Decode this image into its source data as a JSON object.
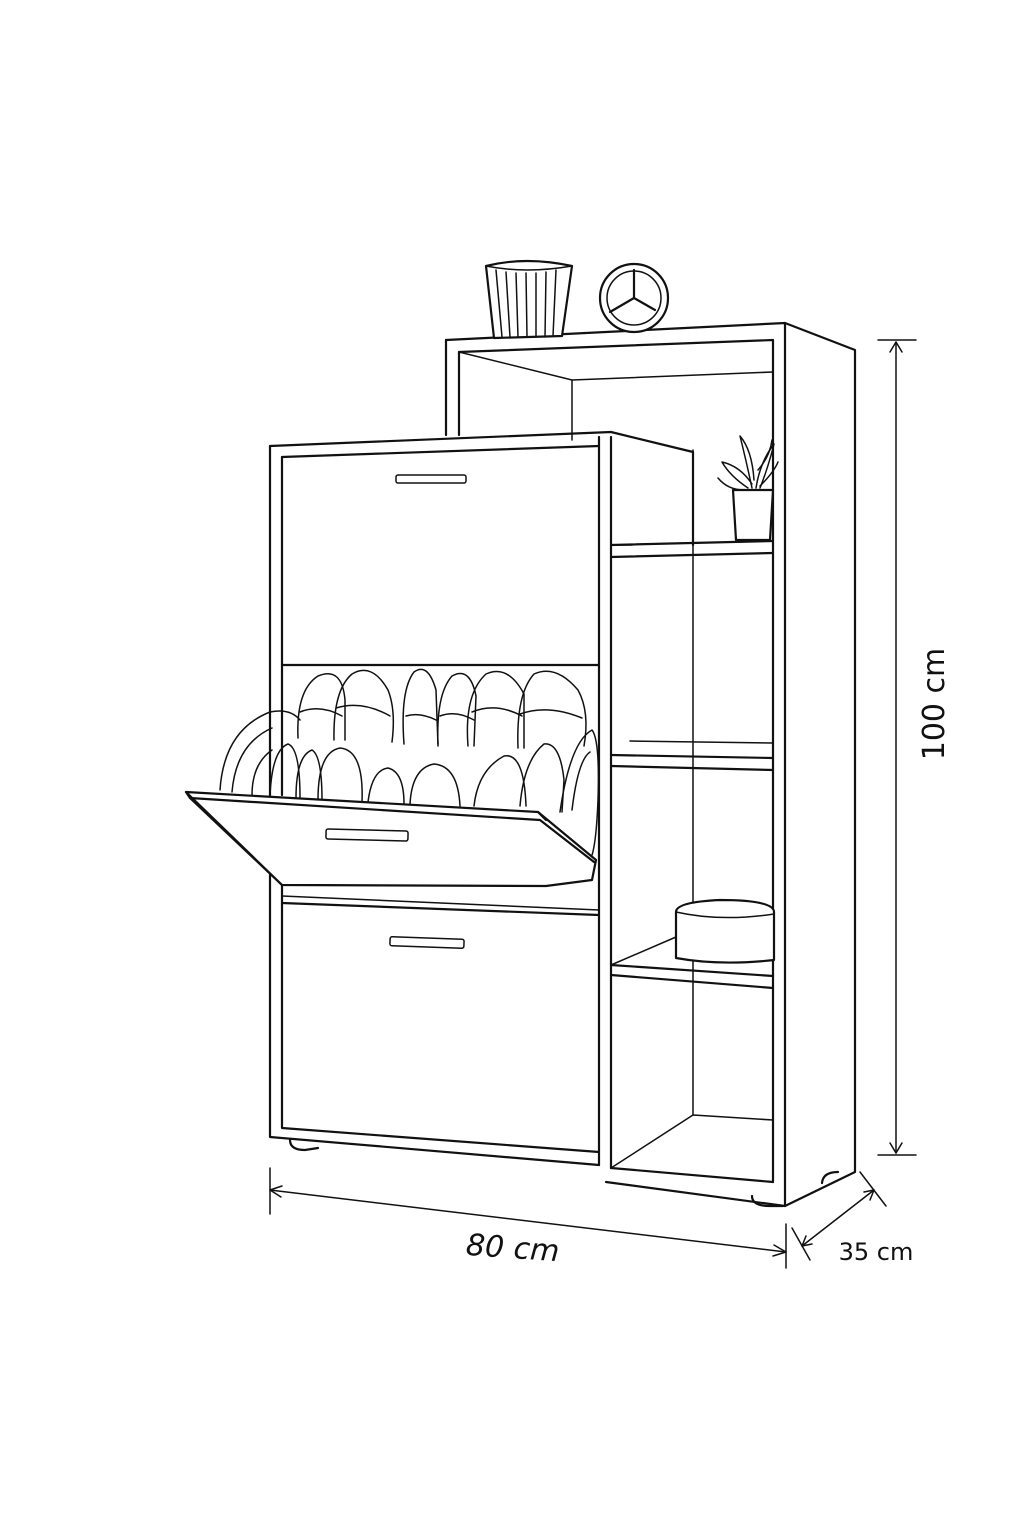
{
  "dimensions": {
    "height": "100 cm",
    "width": "80 cm",
    "depth": "35 cm"
  }
}
